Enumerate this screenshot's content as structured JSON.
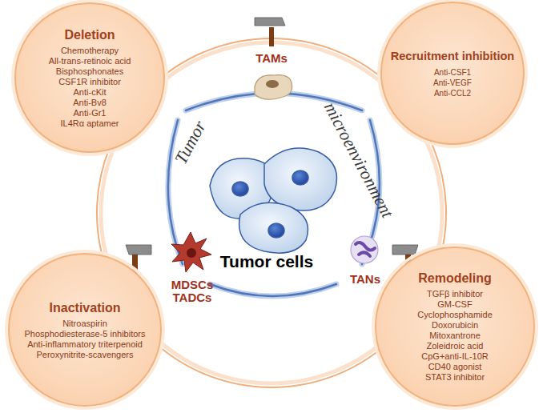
{
  "diagram": {
    "nodes": [
      {
        "text": [
          "Deletion",
          "Chemotherapy",
          "All-trans-retinoic acid",
          "Bisphosphonates",
          "CSF1R inhibitor",
          "Anti-cKit",
          "Anti-Bv8",
          "Anti-Gr1",
          "IL4Rα aptamer"
        ]
      },
      {
        "text": [
          "Recruitment inhibition",
          "Anti-CSF1",
          "Anti-VEGF",
          "Anti-CCL2"
        ]
      },
      {
        "text": [
          "Inactivation",
          "Nitroaspirin",
          "Phosphodiesterase-5 inhibitors",
          "Anti-inflammatory triterpenoid",
          "Peroxynitrite-scavengers"
        ]
      },
      {
        "text": [
          "Remodeling",
          "TGFβ inhibitor",
          "GM-CSF",
          "Cyclophosphamide",
          "Doxorubicin",
          "Mitoxantrone",
          "Zoleidroic acid",
          "CpG+anti-IL-10R",
          "CD40 agonist",
          "STAT3 inhibitor"
        ]
      }
    ],
    "labels": [
      "TAMs",
      "Tumor",
      "microenvironment",
      "MDSCs TADCs",
      "Tumor cells",
      "TANs"
    ]
  }
}
